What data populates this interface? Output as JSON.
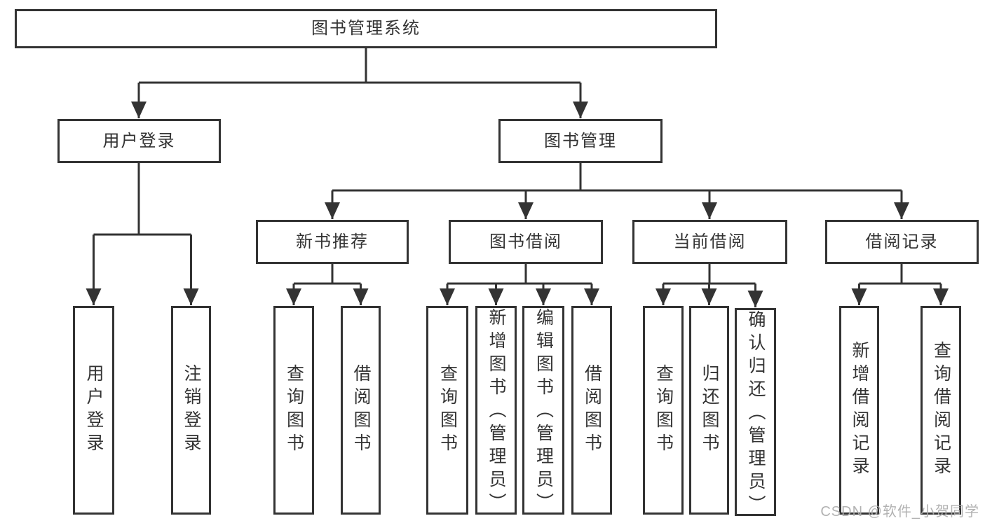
{
  "diagram": {
    "title": "图书管理系统",
    "nodes": {
      "root": {
        "label": "图书管理系统"
      },
      "level2": [
        {
          "label": "用户登录"
        },
        {
          "label": "图书管理"
        }
      ],
      "level3": [
        {
          "label": "新书推荐"
        },
        {
          "label": "图书借阅"
        },
        {
          "label": "当前借阅"
        },
        {
          "label": "借阅记录"
        }
      ],
      "leaves": [
        {
          "label": "用户登录"
        },
        {
          "label": "注销登录"
        },
        {
          "label": "查询图书"
        },
        {
          "label": "借阅图书"
        },
        {
          "label": "查询图书"
        },
        {
          "label": "新增图书（管理员）"
        },
        {
          "label": "编辑图书（管理员）"
        },
        {
          "label": "借阅图书"
        },
        {
          "label": "查询图书"
        },
        {
          "label": "归还图书"
        },
        {
          "label": "确认归还（管理员）"
        },
        {
          "label": "新增借阅记录"
        },
        {
          "label": "查询借阅记录"
        }
      ]
    },
    "edges": [
      {
        "from": "图书管理系统",
        "to": [
          "用户登录",
          "图书管理"
        ]
      },
      {
        "from": "用户登录",
        "to": [
          "用户登录",
          "注销登录"
        ]
      },
      {
        "from": "图书管理",
        "to": [
          "新书推荐",
          "图书借阅",
          "当前借阅",
          "借阅记录"
        ]
      },
      {
        "from": "新书推荐",
        "to": [
          "查询图书",
          "借阅图书"
        ]
      },
      {
        "from": "图书借阅",
        "to": [
          "查询图书",
          "新增图书（管理员）",
          "编辑图书（管理员）",
          "借阅图书"
        ]
      },
      {
        "from": "当前借阅",
        "to": [
          "查询图书",
          "归还图书",
          "确认归还（管理员）"
        ]
      },
      {
        "from": "借阅记录",
        "to": [
          "新增借阅记录",
          "查询借阅记录"
        ]
      }
    ],
    "colors": {
      "line": "#333333",
      "text": "#333333",
      "node_fill": "#ffffff",
      "background": "#ffffff",
      "watermark": "#ababab"
    },
    "watermark": {
      "text": "CSDN @软件_小贺同学"
    }
  }
}
